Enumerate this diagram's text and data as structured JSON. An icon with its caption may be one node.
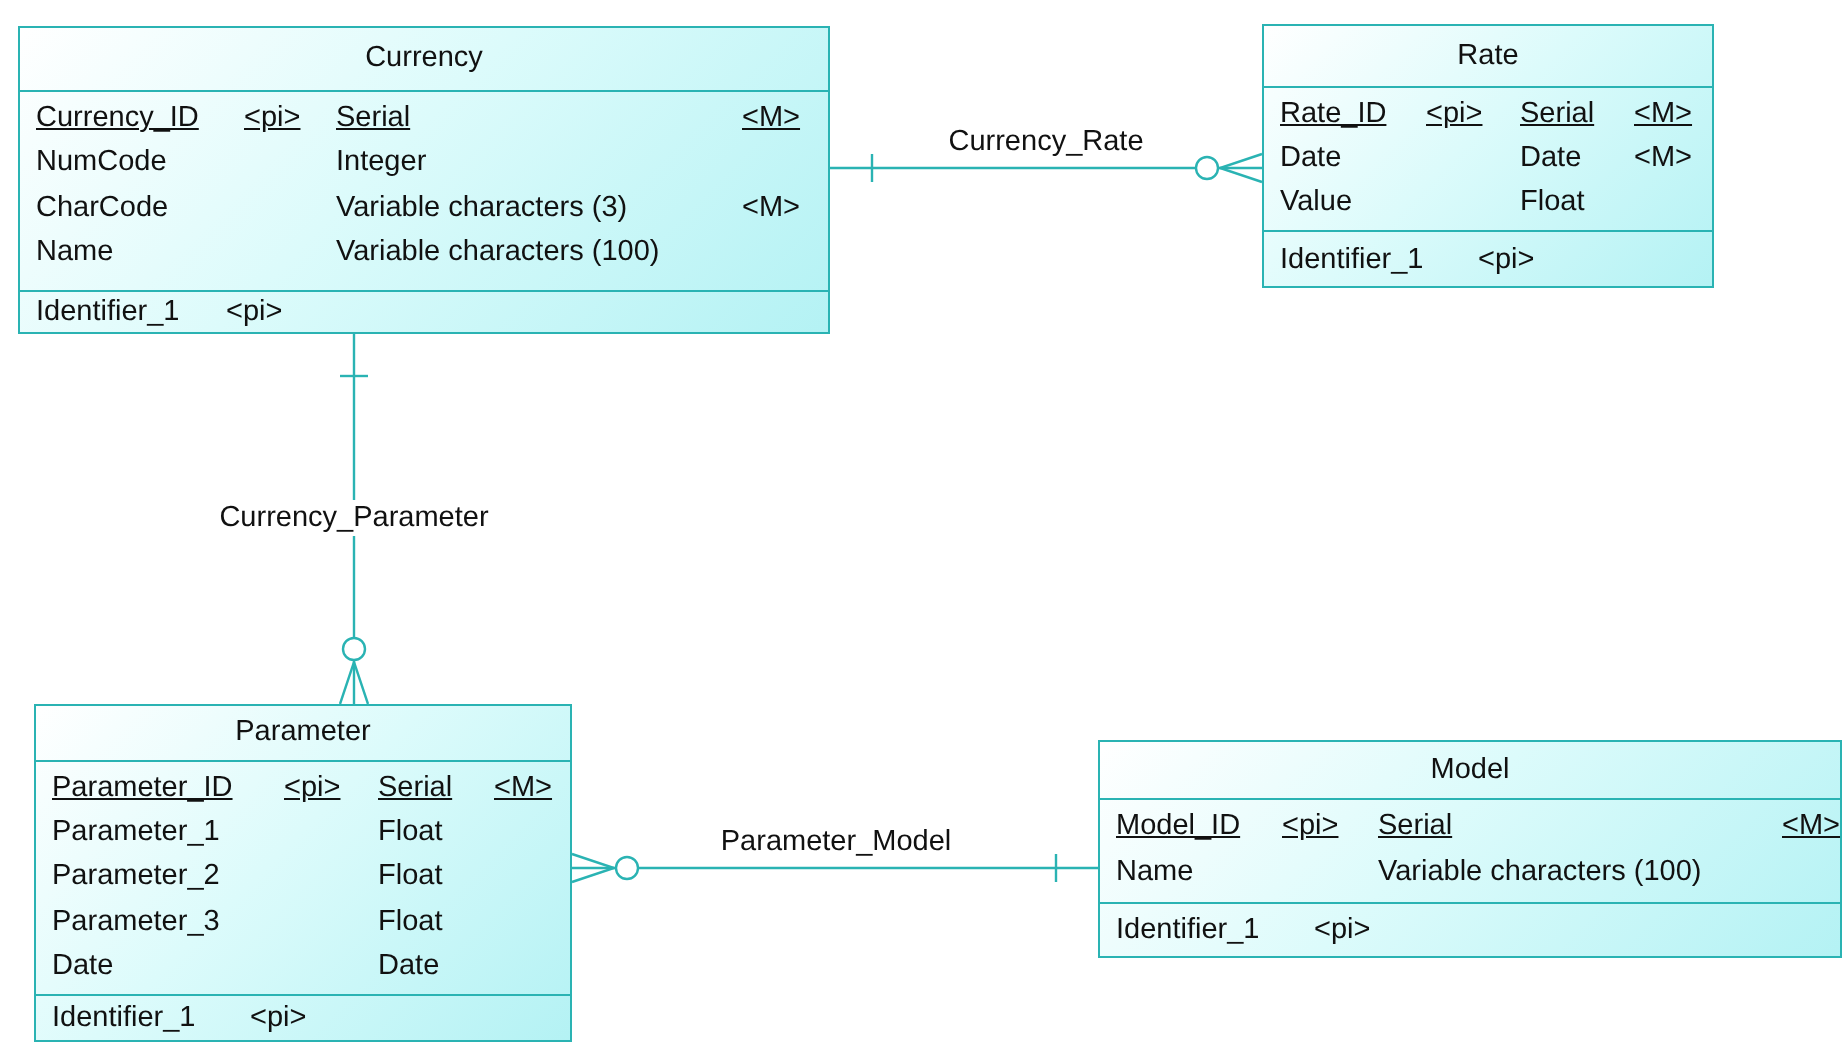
{
  "diagram": {
    "nodes": [
      {
        "text": [
          "Currency",
          "Currency_ID",
          "<pi>",
          "Serial",
          "<M>",
          "NumCode",
          "Integer",
          "CharCode",
          "Variable characters (3)",
          "<M>",
          "Name",
          "Variable characters (100)",
          "Identifier_1",
          "<pi>"
        ]
      },
      {
        "text": [
          "Rate",
          "Rate_ID",
          "<pi>",
          "Serial",
          "<M>",
          "Date",
          "Date",
          "<M>",
          "Value",
          "Float",
          "Identifier_1",
          "<pi>"
        ]
      },
      {
        "text": [
          "Parameter",
          "Parameter_ID",
          "<pi>",
          "Serial",
          "<M>",
          "Parameter_1",
          "Float",
          "Parameter_2",
          "Float",
          "Parameter_3",
          "Float",
          "Date",
          "Date",
          "Identifier_1",
          "<pi>"
        ]
      },
      {
        "text": [
          "Model",
          "Model_ID",
          "<pi>",
          "Serial",
          "<M>",
          "Name",
          "Variable characters (100)",
          "Identifier_1",
          "<pi>"
        ]
      }
    ],
    "edges": [
      {
        "from": 0,
        "to": 1,
        "arrow": "other",
        "label": "Currency_Rate"
      },
      {
        "from": 0,
        "to": 2,
        "arrow": "other",
        "label": "Currency_Parameter"
      },
      {
        "from": 2,
        "to": 3,
        "arrow": "other",
        "label": "Parameter_Model"
      }
    ]
  }
}
